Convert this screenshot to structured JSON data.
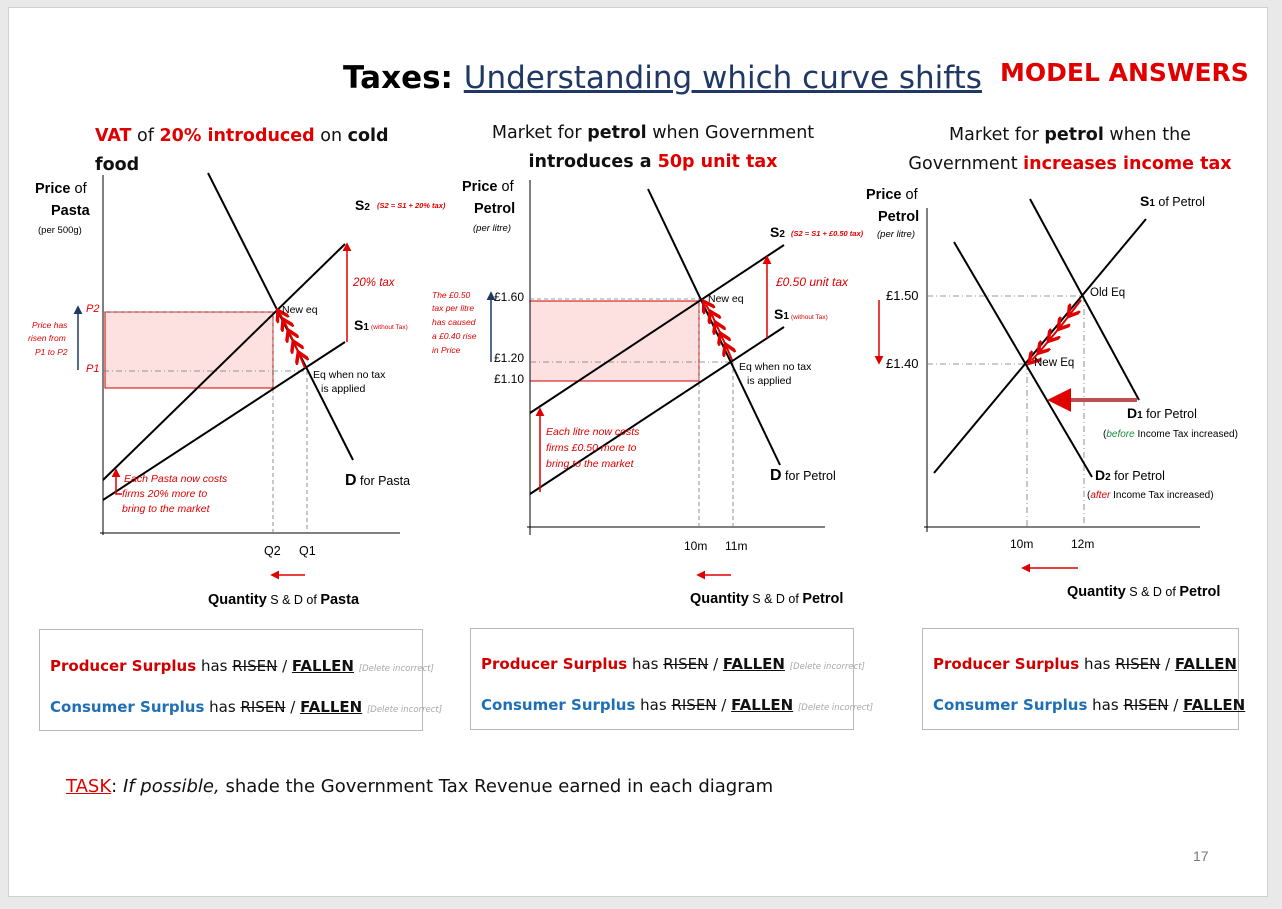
{
  "slide": {
    "title": {
      "prefix": "Taxes:",
      "subtitle": "Understanding which curve shifts"
    },
    "model_answers": "MODEL ANSWERS",
    "page_number": "17"
  },
  "diagram1": {
    "heading": {
      "vat": "VAT",
      "of": " of ",
      "pct": "20% introduced",
      "on": " on ",
      "food": "cold food"
    },
    "y_label": {
      "line1_a": "Price",
      "line1_b": " of",
      "line2": "Pasta",
      "unit": "(per 500g)"
    },
    "s2_label": "S",
    "s2_sub": "2",
    "s2_formula": "(S2 = S1 + 20% tax)",
    "s1_label": "S",
    "s1_sub": "1",
    "s1_note": "(without Tax)",
    "tax_label": "20% tax",
    "new_eq": "New eq",
    "eq_label_1": "Eq when no tax",
    "eq_label_2": "is applied",
    "d_label": "D",
    "d_text": " for Pasta",
    "p2": "P2",
    "p1": "P1",
    "price_note": [
      "Price has",
      "risen from",
      "P1 to P2"
    ],
    "cost_note": [
      "Each Pasta now costs",
      "firms 20% more to",
      "bring to the market"
    ],
    "q2": "Q2",
    "q1": "Q1",
    "x_label": {
      "a": "Quantity",
      "b": " S & D of ",
      "c": "Pasta"
    }
  },
  "diagram2": {
    "heading": {
      "l1a": "Market for ",
      "l1b": "petrol",
      "l1c": " when Government",
      "l2a": "introduces a ",
      "l2b": "50p unit tax"
    },
    "y_label": {
      "line1_a": "Price",
      "line1_b": " of",
      "line2": "Petrol",
      "unit": "(per litre)"
    },
    "s2_label": "S",
    "s2_sub": "2",
    "s2_formula": "(S2 = S1 + £0.50 tax)",
    "s1_label": "S",
    "s1_sub": "1",
    "s1_note": "(without Tax)",
    "tax_label": "£0.50 unit tax",
    "new_eq": "New eq",
    "eq_label_1": "Eq when no tax",
    "eq_label_2": "is applied",
    "d_label": "D",
    "d_text": " for Petrol",
    "p_160": "£1.60",
    "p_120": "£1.20",
    "p_110": "£1.10",
    "tax_note": [
      "The   £0.50",
      "tax per litre",
      "has  caused",
      "a £0.40 rise",
      "in Price"
    ],
    "cost_note": [
      "Each litre now costs",
      "firms £0.50 more to",
      "bring to the market"
    ],
    "q_10": "10m",
    "q_11": "11m",
    "x_label": {
      "a": "Quantity",
      "b": " S & D of ",
      "c": "Petrol"
    }
  },
  "diagram3": {
    "heading": {
      "l1a": "Market for ",
      "l1b": "petrol",
      "l1c": " when the",
      "l2a": "Government ",
      "l2b": "increases income tax"
    },
    "y_label": {
      "line1_a": "Price",
      "line1_b": " of",
      "line2": "Petrol",
      "unit": "(per litre)"
    },
    "s1_label": "S",
    "s1_sub": "1",
    "s1_text": " of Petrol",
    "old_eq": "Old Eq",
    "new_eq": "New Eq",
    "p_150": "£1.50",
    "p_140": "£1.40",
    "d1_label": "D",
    "d1_sub": "1",
    "d1_text": " for Petrol",
    "d1_note_a": "(",
    "d1_note_b": "before",
    "d1_note_c": " Income Tax increased)",
    "d2_label": "D",
    "d2_sub": "2",
    "d2_text": " for Petrol",
    "d2_note_a": "(",
    "d2_note_b": "after",
    "d2_note_c": " Income Tax increased)",
    "q_10": "10m",
    "q_12": "12m",
    "x_label": {
      "a": "Quantity",
      "b": " S & D of ",
      "c": "Petrol"
    }
  },
  "answers": [
    {
      "ps": "Producer Surplus",
      "cs": "Consumer Surplus",
      "has": " has ",
      "risen": "RISEN",
      "slash": " / ",
      "fallen": "FALLEN",
      "note": "[Delete incorrect]"
    },
    {
      "ps": "Producer Surplus",
      "cs": "Consumer Surplus",
      "has": " has ",
      "risen": "RISEN",
      "slash": " / ",
      "fallen": "FALLEN",
      "note": "[Delete incorrect]"
    },
    {
      "ps": "Producer Surplus",
      "cs": "Consumer Surplus",
      "has": " has ",
      "risen": "RISEN",
      "slash": " / ",
      "fallen": "FALLEN",
      "note": ""
    }
  ],
  "task": {
    "label": "TASK",
    "colon": ": ",
    "italic": "If possible,",
    "rest": " shade the Government Tax Revenue earned in each diagram"
  },
  "colors": {
    "red": "#e00000",
    "navy": "#1f3864",
    "blue": "#1f6fb5",
    "shade": "#fde0e0"
  }
}
